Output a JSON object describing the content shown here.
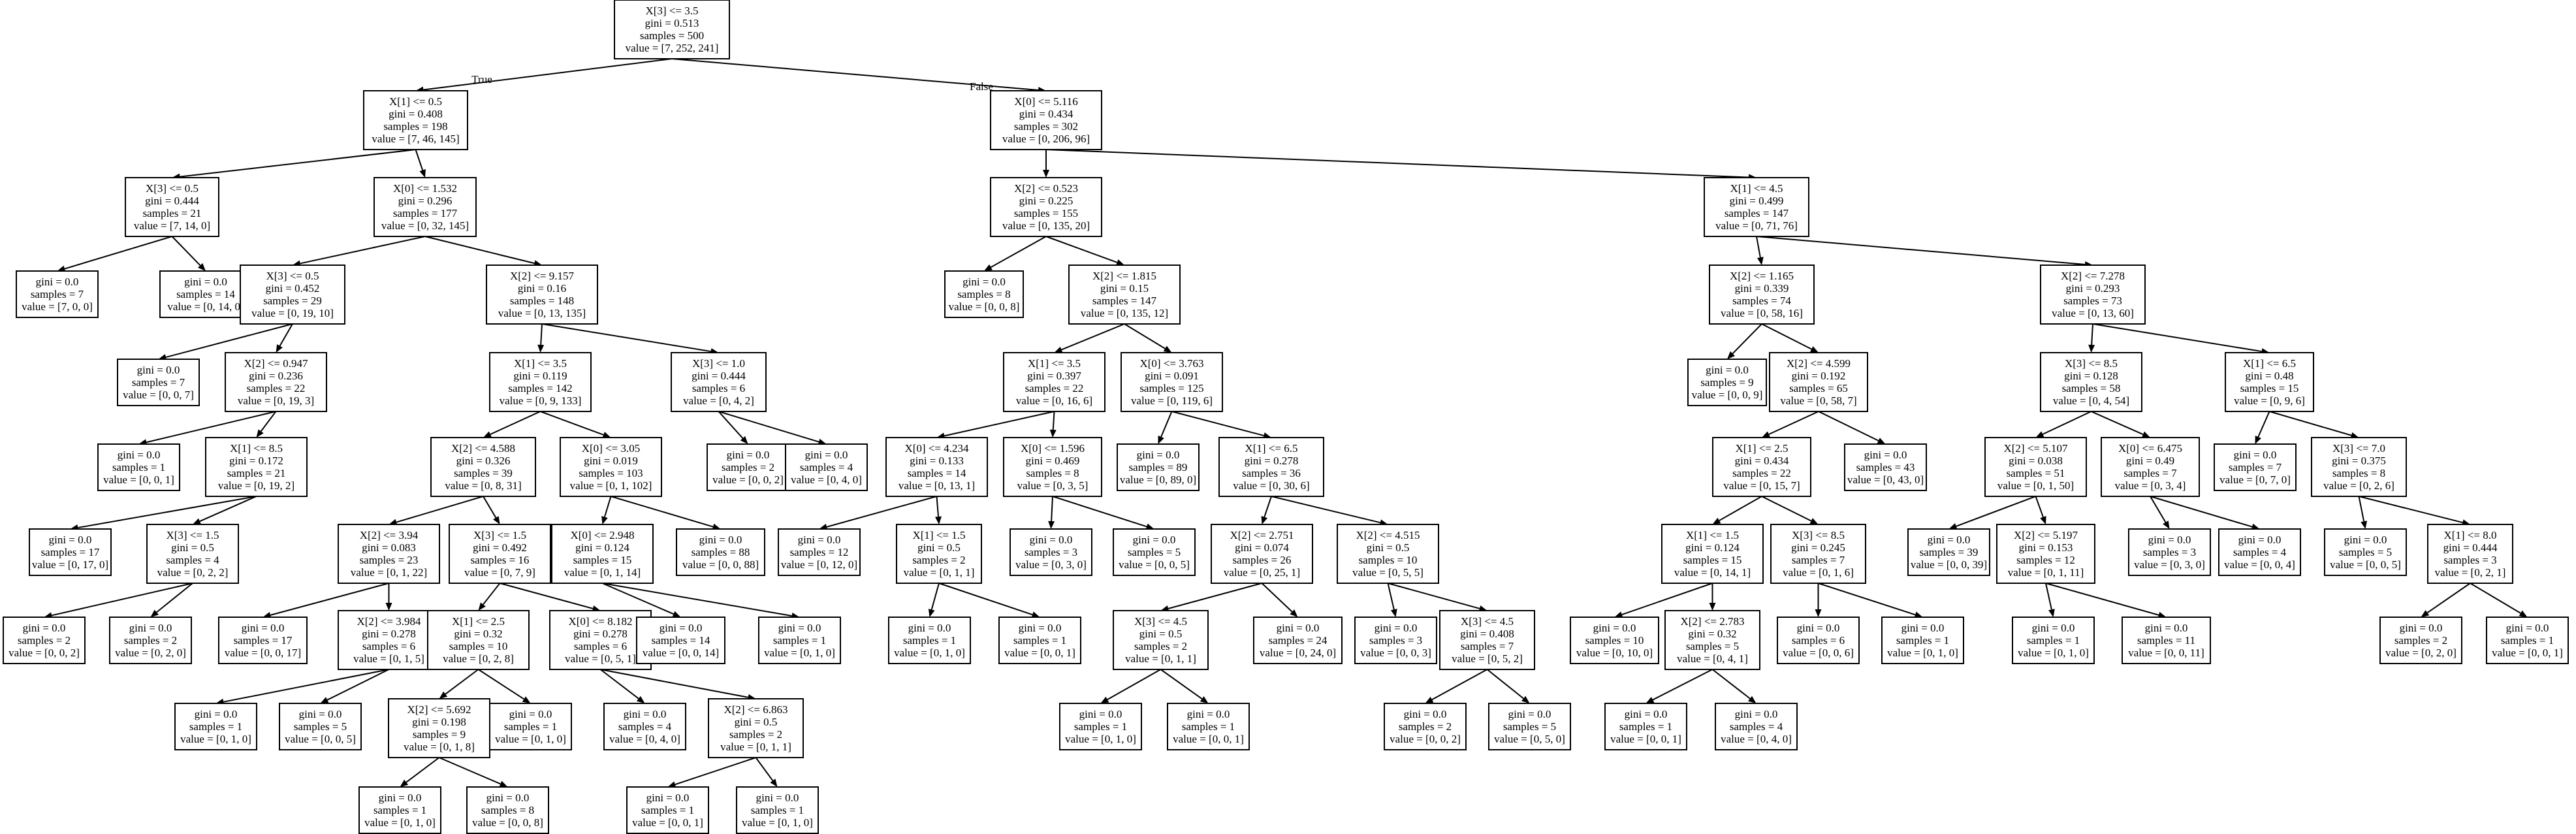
{
  "tree": {
    "edge_labels": {
      "true_label": "True",
      "false_label": "False"
    },
    "nodes": [
      {
        "id": 0,
        "lines": [
          "X[3] <= 3.5",
          "gini = 0.513",
          "samples = 500",
          "value = [7, 252, 241]"
        ]
      },
      {
        "id": 1,
        "lines": [
          "X[1] <= 0.5",
          "gini = 0.408",
          "samples = 198",
          "value = [7, 46, 145]"
        ]
      },
      {
        "id": 2,
        "lines": [
          "X[0] <= 5.116",
          "gini = 0.434",
          "samples = 302",
          "value = [0, 206, 96]"
        ]
      },
      {
        "id": 3,
        "lines": [
          "X[3] <= 0.5",
          "gini = 0.444",
          "samples = 21",
          "value = [7, 14, 0]"
        ]
      },
      {
        "id": 4,
        "lines": [
          "X[0] <= 1.532",
          "gini = 0.296",
          "samples = 177",
          "value = [0, 32, 145]"
        ]
      },
      {
        "id": 5,
        "lines": [
          "X[2] <= 0.523",
          "gini = 0.225",
          "samples = 155",
          "value = [0, 135, 20]"
        ]
      },
      {
        "id": 6,
        "lines": [
          "X[1] <= 4.5",
          "gini = 0.499",
          "samples = 147",
          "value = [0, 71, 76]"
        ]
      },
      {
        "id": 7,
        "lines": [
          "gini = 0.0",
          "samples = 7",
          "value = [7, 0, 0]"
        ]
      },
      {
        "id": 8,
        "lines": [
          "gini = 0.0",
          "samples = 14",
          "value = [0, 14, 0]"
        ]
      },
      {
        "id": 9,
        "lines": [
          "X[3] <= 0.5",
          "gini = 0.452",
          "samples = 29",
          "value = [0, 19, 10]"
        ]
      },
      {
        "id": 10,
        "lines": [
          "X[2] <= 9.157",
          "gini = 0.16",
          "samples = 148",
          "value = [0, 13, 135]"
        ]
      },
      {
        "id": 11,
        "lines": [
          "gini = 0.0",
          "samples = 8",
          "value = [0, 0, 8]"
        ]
      },
      {
        "id": 12,
        "lines": [
          "X[2] <= 1.815",
          "gini = 0.15",
          "samples = 147",
          "value = [0, 135, 12]"
        ]
      },
      {
        "id": 13,
        "lines": [
          "X[2] <= 1.165",
          "gini = 0.339",
          "samples = 74",
          "value = [0, 58, 16]"
        ]
      },
      {
        "id": 14,
        "lines": [
          "X[2] <= 7.278",
          "gini = 0.293",
          "samples = 73",
          "value = [0, 13, 60]"
        ]
      },
      {
        "id": 15,
        "lines": [
          "gini = 0.0",
          "samples = 7",
          "value = [0, 0, 7]"
        ]
      },
      {
        "id": 16,
        "lines": [
          "X[2] <= 0.947",
          "gini = 0.236",
          "samples = 22",
          "value = [0, 19, 3]"
        ]
      },
      {
        "id": 17,
        "lines": [
          "X[1] <= 3.5",
          "gini = 0.119",
          "samples = 142",
          "value = [0, 9, 133]"
        ]
      },
      {
        "id": 18,
        "lines": [
          "X[3] <= 1.0",
          "gini = 0.444",
          "samples = 6",
          "value = [0, 4, 2]"
        ]
      },
      {
        "id": 19,
        "lines": [
          "X[1] <= 3.5",
          "gini = 0.397",
          "samples = 22",
          "value = [0, 16, 6]"
        ]
      },
      {
        "id": 20,
        "lines": [
          "X[0] <= 3.763",
          "gini = 0.091",
          "samples = 125",
          "value = [0, 119, 6]"
        ]
      },
      {
        "id": 21,
        "lines": [
          "gini = 0.0",
          "samples = 9",
          "value = [0, 0, 9]"
        ]
      },
      {
        "id": 22,
        "lines": [
          "X[2] <= 4.599",
          "gini = 0.192",
          "samples = 65",
          "value = [0, 58, 7]"
        ]
      },
      {
        "id": 23,
        "lines": [
          "X[3] <= 8.5",
          "gini = 0.128",
          "samples = 58",
          "value = [0, 4, 54]"
        ]
      },
      {
        "id": 24,
        "lines": [
          "X[1] <= 6.5",
          "gini = 0.48",
          "samples = 15",
          "value = [0, 9, 6]"
        ]
      },
      {
        "id": 25,
        "lines": [
          "gini = 0.0",
          "samples = 1",
          "value = [0, 0, 1]"
        ]
      },
      {
        "id": 26,
        "lines": [
          "X[1] <= 8.5",
          "gini = 0.172",
          "samples = 21",
          "value = [0, 19, 2]"
        ]
      },
      {
        "id": 27,
        "lines": [
          "X[2] <= 4.588",
          "gini = 0.326",
          "samples = 39",
          "value = [0, 8, 31]"
        ]
      },
      {
        "id": 28,
        "lines": [
          "X[0] <= 3.05",
          "gini = 0.019",
          "samples = 103",
          "value = [0, 1, 102]"
        ]
      },
      {
        "id": 29,
        "lines": [
          "gini = 0.0",
          "samples = 2",
          "value = [0, 0, 2]"
        ]
      },
      {
        "id": 30,
        "lines": [
          "gini = 0.0",
          "samples = 4",
          "value = [0, 4, 0]"
        ]
      },
      {
        "id": 31,
        "lines": [
          "X[0] <= 4.234",
          "gini = 0.133",
          "samples = 14",
          "value = [0, 13, 1]"
        ]
      },
      {
        "id": 32,
        "lines": [
          "X[0] <= 1.596",
          "gini = 0.469",
          "samples = 8",
          "value = [0, 3, 5]"
        ]
      },
      {
        "id": 33,
        "lines": [
          "gini = 0.0",
          "samples = 89",
          "value = [0, 89, 0]"
        ]
      },
      {
        "id": 34,
        "lines": [
          "X[1] <= 6.5",
          "gini = 0.278",
          "samples = 36",
          "value = [0, 30, 6]"
        ]
      },
      {
        "id": 35,
        "lines": [
          "X[1] <= 2.5",
          "gini = 0.434",
          "samples = 22",
          "value = [0, 15, 7]"
        ]
      },
      {
        "id": 36,
        "lines": [
          "gini = 0.0",
          "samples = 43",
          "value = [0, 43, 0]"
        ]
      },
      {
        "id": 37,
        "lines": [
          "X[2] <= 5.107",
          "gini = 0.038",
          "samples = 51",
          "value = [0, 1, 50]"
        ]
      },
      {
        "id": 38,
        "lines": [
          "X[0] <= 6.475",
          "gini = 0.49",
          "samples = 7",
          "value = [0, 3, 4]"
        ]
      },
      {
        "id": 39,
        "lines": [
          "gini = 0.0",
          "samples = 7",
          "value = [0, 7, 0]"
        ]
      },
      {
        "id": 40,
        "lines": [
          "X[3] <= 7.0",
          "gini = 0.375",
          "samples = 8",
          "value = [0, 2, 6]"
        ]
      },
      {
        "id": 41,
        "lines": [
          "gini = 0.0",
          "samples = 17",
          "value = [0, 17, 0]"
        ]
      },
      {
        "id": 42,
        "lines": [
          "X[3] <= 1.5",
          "gini = 0.5",
          "samples = 4",
          "value = [0, 2, 2]"
        ]
      },
      {
        "id": 43,
        "lines": [
          "X[2] <= 3.94",
          "gini = 0.083",
          "samples = 23",
          "value = [0, 1, 22]"
        ]
      },
      {
        "id": 44,
        "lines": [
          "X[3] <= 1.5",
          "gini = 0.492",
          "samples = 16",
          "value = [0, 7, 9]"
        ]
      },
      {
        "id": 45,
        "lines": [
          "X[0] <= 2.948",
          "gini = 0.124",
          "samples = 15",
          "value = [0, 1, 14]"
        ]
      },
      {
        "id": 46,
        "lines": [
          "gini = 0.0",
          "samples = 88",
          "value = [0, 0, 88]"
        ]
      },
      {
        "id": 47,
        "lines": [
          "gini = 0.0",
          "samples = 12",
          "value = [0, 12, 0]"
        ]
      },
      {
        "id": 48,
        "lines": [
          "X[1] <= 1.5",
          "gini = 0.5",
          "samples = 2",
          "value = [0, 1, 1]"
        ]
      },
      {
        "id": 49,
        "lines": [
          "gini = 0.0",
          "samples = 3",
          "value = [0, 3, 0]"
        ]
      },
      {
        "id": 50,
        "lines": [
          "gini = 0.0",
          "samples = 5",
          "value = [0, 0, 5]"
        ]
      },
      {
        "id": 51,
        "lines": [
          "X[2] <= 2.751",
          "gini = 0.074",
          "samples = 26",
          "value = [0, 25, 1]"
        ]
      },
      {
        "id": 52,
        "lines": [
          "X[2] <= 4.515",
          "gini = 0.5",
          "samples = 10",
          "value = [0, 5, 5]"
        ]
      },
      {
        "id": 53,
        "lines": [
          "X[1] <= 1.5",
          "gini = 0.124",
          "samples = 15",
          "value = [0, 14, 1]"
        ]
      },
      {
        "id": 54,
        "lines": [
          "X[3] <= 8.5",
          "gini = 0.245",
          "samples = 7",
          "value = [0, 1, 6]"
        ]
      },
      {
        "id": 55,
        "lines": [
          "gini = 0.0",
          "samples = 39",
          "value = [0, 0, 39]"
        ]
      },
      {
        "id": 56,
        "lines": [
          "X[2] <= 5.197",
          "gini = 0.153",
          "samples = 12",
          "value = [0, 1, 11]"
        ]
      },
      {
        "id": 57,
        "lines": [
          "gini = 0.0",
          "samples = 3",
          "value = [0, 3, 0]"
        ]
      },
      {
        "id": 58,
        "lines": [
          "gini = 0.0",
          "samples = 4",
          "value = [0, 0, 4]"
        ]
      },
      {
        "id": 59,
        "lines": [
          "gini = 0.0",
          "samples = 5",
          "value = [0, 0, 5]"
        ]
      },
      {
        "id": 60,
        "lines": [
          "X[1] <= 8.0",
          "gini = 0.444",
          "samples = 3",
          "value = [0, 2, 1]"
        ]
      },
      {
        "id": 61,
        "lines": [
          "gini = 0.0",
          "samples = 2",
          "value = [0, 0, 2]"
        ]
      },
      {
        "id": 62,
        "lines": [
          "gini = 0.0",
          "samples = 2",
          "value = [0, 2, 0]"
        ]
      },
      {
        "id": 63,
        "lines": [
          "gini = 0.0",
          "samples = 17",
          "value = [0, 0, 17]"
        ]
      },
      {
        "id": 64,
        "lines": [
          "X[2] <= 3.984",
          "gini = 0.278",
          "samples = 6",
          "value = [0, 1, 5]"
        ]
      },
      {
        "id": 65,
        "lines": [
          "X[1] <= 2.5",
          "gini = 0.32",
          "samples = 10",
          "value = [0, 2, 8]"
        ]
      },
      {
        "id": 66,
        "lines": [
          "X[0] <= 8.182",
          "gini = 0.278",
          "samples = 6",
          "value = [0, 5, 1]"
        ]
      },
      {
        "id": 67,
        "lines": [
          "gini = 0.0",
          "samples = 14",
          "value = [0, 0, 14]"
        ]
      },
      {
        "id": 68,
        "lines": [
          "gini = 0.0",
          "samples = 1",
          "value = [0, 1, 0]"
        ]
      },
      {
        "id": 69,
        "lines": [
          "gini = 0.0",
          "samples = 1",
          "value = [0, 1, 0]"
        ]
      },
      {
        "id": 70,
        "lines": [
          "gini = 0.0",
          "samples = 1",
          "value = [0, 0, 1]"
        ]
      },
      {
        "id": 71,
        "lines": [
          "X[3] <= 4.5",
          "gini = 0.5",
          "samples = 2",
          "value = [0, 1, 1]"
        ]
      },
      {
        "id": 72,
        "lines": [
          "gini = 0.0",
          "samples = 24",
          "value = [0, 24, 0]"
        ]
      },
      {
        "id": 73,
        "lines": [
          "gini = 0.0",
          "samples = 3",
          "value = [0, 0, 3]"
        ]
      },
      {
        "id": 74,
        "lines": [
          "X[3] <= 4.5",
          "gini = 0.408",
          "samples = 7",
          "value = [0, 5, 2]"
        ]
      },
      {
        "id": 75,
        "lines": [
          "gini = 0.0",
          "samples = 10",
          "value = [0, 10, 0]"
        ]
      },
      {
        "id": 76,
        "lines": [
          "X[2] <= 2.783",
          "gini = 0.32",
          "samples = 5",
          "value = [0, 4, 1]"
        ]
      },
      {
        "id": 77,
        "lines": [
          "gini = 0.0",
          "samples = 6",
          "value = [0, 0, 6]"
        ]
      },
      {
        "id": 78,
        "lines": [
          "gini = 0.0",
          "samples = 1",
          "value = [0, 1, 0]"
        ]
      },
      {
        "id": 79,
        "lines": [
          "gini = 0.0",
          "samples = 1",
          "value = [0, 1, 0]"
        ]
      },
      {
        "id": 80,
        "lines": [
          "gini = 0.0",
          "samples = 11",
          "value = [0, 0, 11]"
        ]
      },
      {
        "id": 81,
        "lines": [
          "gini = 0.0",
          "samples = 2",
          "value = [0, 2, 0]"
        ]
      },
      {
        "id": 82,
        "lines": [
          "gini = 0.0",
          "samples = 1",
          "value = [0, 0, 1]"
        ]
      },
      {
        "id": 83,
        "lines": [
          "gini = 0.0",
          "samples = 1",
          "value = [0, 1, 0]"
        ]
      },
      {
        "id": 84,
        "lines": [
          "gini = 0.0",
          "samples = 5",
          "value = [0, 0, 5]"
        ]
      },
      {
        "id": 85,
        "lines": [
          "X[2] <= 5.692",
          "gini = 0.198",
          "samples = 9",
          "value = [0, 1, 8]"
        ]
      },
      {
        "id": 86,
        "lines": [
          "gini = 0.0",
          "samples = 1",
          "value = [0, 1, 0]"
        ]
      },
      {
        "id": 87,
        "lines": [
          "gini = 0.0",
          "samples = 4",
          "value = [0, 4, 0]"
        ]
      },
      {
        "id": 88,
        "lines": [
          "X[2] <= 6.863",
          "gini = 0.5",
          "samples = 2",
          "value = [0, 1, 1]"
        ]
      },
      {
        "id": 89,
        "lines": [
          "gini = 0.0",
          "samples = 1",
          "value = [0, 1, 0]"
        ]
      },
      {
        "id": 90,
        "lines": [
          "gini = 0.0",
          "samples = 1",
          "value = [0, 0, 1]"
        ]
      },
      {
        "id": 91,
        "lines": [
          "gini = 0.0",
          "samples = 2",
          "value = [0, 0, 2]"
        ]
      },
      {
        "id": 92,
        "lines": [
          "gini = 0.0",
          "samples = 5",
          "value = [0, 5, 0]"
        ]
      },
      {
        "id": 93,
        "lines": [
          "gini = 0.0",
          "samples = 1",
          "value = [0, 0, 1]"
        ]
      },
      {
        "id": 94,
        "lines": [
          "gini = 0.0",
          "samples = 4",
          "value = [0, 4, 0]"
        ]
      },
      {
        "id": 95,
        "lines": [
          "gini = 0.0",
          "samples = 1",
          "value = [0, 1, 0]"
        ]
      },
      {
        "id": 96,
        "lines": [
          "gini = 0.0",
          "samples = 8",
          "value = [0, 0, 8]"
        ]
      },
      {
        "id": 97,
        "lines": [
          "gini = 0.0",
          "samples = 1",
          "value = [0, 0, 1]"
        ]
      },
      {
        "id": 98,
        "lines": [
          "gini = 0.0",
          "samples = 1",
          "value = [0, 1, 0]"
        ]
      }
    ],
    "edges": [
      [
        0,
        1
      ],
      [
        0,
        2
      ],
      [
        1,
        3
      ],
      [
        1,
        4
      ],
      [
        2,
        5
      ],
      [
        2,
        6
      ],
      [
        3,
        7
      ],
      [
        3,
        8
      ],
      [
        4,
        9
      ],
      [
        4,
        10
      ],
      [
        5,
        11
      ],
      [
        5,
        12
      ],
      [
        6,
        13
      ],
      [
        6,
        14
      ],
      [
        9,
        15
      ],
      [
        9,
        16
      ],
      [
        10,
        17
      ],
      [
        10,
        18
      ],
      [
        12,
        19
      ],
      [
        12,
        20
      ],
      [
        13,
        21
      ],
      [
        13,
        22
      ],
      [
        14,
        23
      ],
      [
        14,
        24
      ],
      [
        16,
        25
      ],
      [
        16,
        26
      ],
      [
        17,
        27
      ],
      [
        17,
        28
      ],
      [
        18,
        29
      ],
      [
        18,
        30
      ],
      [
        19,
        31
      ],
      [
        19,
        32
      ],
      [
        20,
        33
      ],
      [
        20,
        34
      ],
      [
        22,
        35
      ],
      [
        22,
        36
      ],
      [
        23,
        37
      ],
      [
        23,
        38
      ],
      [
        24,
        39
      ],
      [
        24,
        40
      ],
      [
        26,
        41
      ],
      [
        26,
        42
      ],
      [
        27,
        43
      ],
      [
        27,
        44
      ],
      [
        28,
        45
      ],
      [
        28,
        46
      ],
      [
        31,
        47
      ],
      [
        31,
        48
      ],
      [
        32,
        49
      ],
      [
        32,
        50
      ],
      [
        34,
        51
      ],
      [
        34,
        52
      ],
      [
        35,
        53
      ],
      [
        35,
        54
      ],
      [
        37,
        55
      ],
      [
        37,
        56
      ],
      [
        38,
        57
      ],
      [
        38,
        58
      ],
      [
        40,
        59
      ],
      [
        40,
        60
      ],
      [
        42,
        61
      ],
      [
        42,
        62
      ],
      [
        43,
        63
      ],
      [
        43,
        64
      ],
      [
        44,
        65
      ],
      [
        44,
        66
      ],
      [
        45,
        67
      ],
      [
        45,
        68
      ],
      [
        48,
        69
      ],
      [
        48,
        70
      ],
      [
        51,
        71
      ],
      [
        51,
        72
      ],
      [
        52,
        73
      ],
      [
        52,
        74
      ],
      [
        53,
        75
      ],
      [
        53,
        76
      ],
      [
        54,
        77
      ],
      [
        54,
        78
      ],
      [
        56,
        79
      ],
      [
        56,
        80
      ],
      [
        60,
        81
      ],
      [
        60,
        82
      ],
      [
        64,
        83
      ],
      [
        64,
        84
      ],
      [
        65,
        85
      ],
      [
        65,
        86
      ],
      [
        66,
        87
      ],
      [
        66,
        88
      ],
      [
        71,
        89
      ],
      [
        71,
        90
      ],
      [
        74,
        91
      ],
      [
        74,
        92
      ],
      [
        76,
        93
      ],
      [
        76,
        94
      ],
      [
        85,
        95
      ],
      [
        85,
        96
      ],
      [
        88,
        97
      ],
      [
        88,
        98
      ]
    ]
  }
}
